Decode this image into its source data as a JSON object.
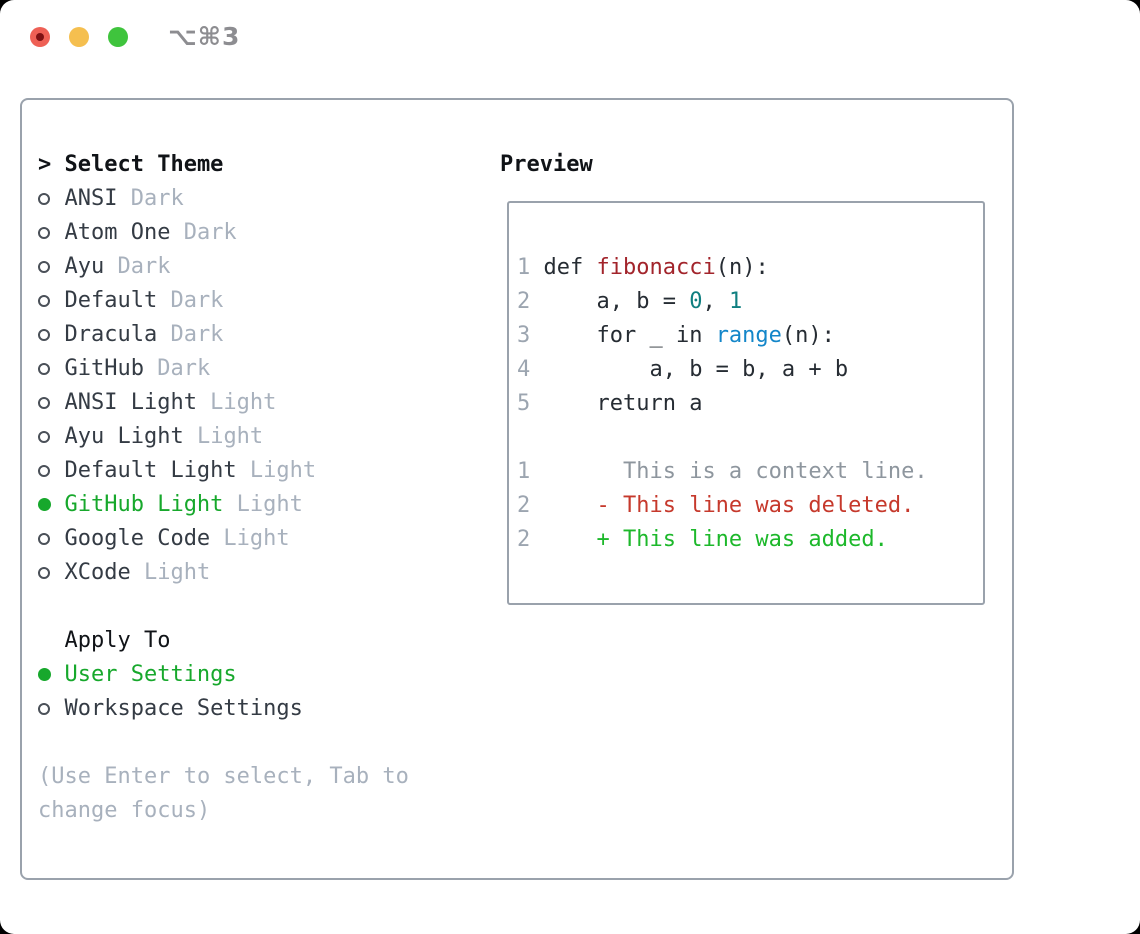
{
  "window": {
    "titlebar_shortcut": "⌥⌘3",
    "traffic_lights": [
      "close",
      "minimize",
      "zoom"
    ]
  },
  "colors": {
    "accent_green": "#17a82c",
    "added_green": "#1db82b",
    "deleted_red": "#c6392c",
    "func_red": "#a2242b",
    "number_teal": "#0f7f80",
    "builtin_blue": "#1386c9",
    "text_dark": "#262c33",
    "list_text": "#343b44",
    "muted": "#a8b1bd",
    "line_number": "#9ca5b0",
    "context_gray": "#8e969e",
    "border_gray": "#9aa2ac",
    "title_gray": "#8d8d91",
    "traffic_red": "#ee6055",
    "traffic_yellow": "#f5bf4f",
    "traffic_green": "#3fc43d"
  },
  "theme_picker": {
    "header": "> Select Theme",
    "items": [
      {
        "label": "ANSI",
        "tag": "Dark",
        "selected": false
      },
      {
        "label": "Atom One",
        "tag": "Dark",
        "selected": false
      },
      {
        "label": "Ayu",
        "tag": "Dark",
        "selected": false
      },
      {
        "label": "Default",
        "tag": "Dark",
        "selected": false
      },
      {
        "label": "Dracula",
        "tag": "Dark",
        "selected": false
      },
      {
        "label": "GitHub",
        "tag": "Dark",
        "selected": false
      },
      {
        "label": "ANSI Light",
        "tag": "Light",
        "selected": false
      },
      {
        "label": "Ayu Light",
        "tag": "Light",
        "selected": false
      },
      {
        "label": "Default Light",
        "tag": "Light",
        "selected": false
      },
      {
        "label": "GitHub Light",
        "tag": "Light",
        "selected": true
      },
      {
        "label": "Google Code",
        "tag": "Light",
        "selected": false
      },
      {
        "label": "XCode",
        "tag": "Light",
        "selected": false
      }
    ],
    "apply_to": {
      "header": "Apply To",
      "options": [
        {
          "label": "User Settings",
          "selected": true
        },
        {
          "label": "Workspace Settings",
          "selected": false
        }
      ]
    },
    "hint_line1": "(Use Enter to select, Tab to",
    "hint_line2": "change focus)"
  },
  "preview": {
    "header": "Preview",
    "code_lines": [
      {
        "num": "1",
        "segments": [
          {
            "t": "def ",
            "c": "code"
          },
          {
            "t": "fibonacci",
            "c": "func"
          },
          {
            "t": "(n):",
            "c": "code"
          }
        ]
      },
      {
        "num": "2",
        "segments": [
          {
            "t": "    a, b = ",
            "c": "code"
          },
          {
            "t": "0",
            "c": "num"
          },
          {
            "t": ", ",
            "c": "code"
          },
          {
            "t": "1",
            "c": "num"
          }
        ]
      },
      {
        "num": "3",
        "segments": [
          {
            "t": "    for _ in ",
            "c": "code"
          },
          {
            "t": "range",
            "c": "builtin"
          },
          {
            "t": "(n):",
            "c": "code"
          }
        ]
      },
      {
        "num": "4",
        "segments": [
          {
            "t": "        a, b = b, a + b",
            "c": "code"
          }
        ]
      },
      {
        "num": "5",
        "segments": [
          {
            "t": "    return a",
            "c": "code"
          }
        ]
      },
      {
        "num": "",
        "segments": []
      },
      {
        "num": "1",
        "segments": [
          {
            "t": "      This is a context line.",
            "c": "context"
          }
        ]
      },
      {
        "num": "2",
        "segments": [
          {
            "t": "    - This line was deleted.",
            "c": "deleted"
          }
        ]
      },
      {
        "num": "2",
        "segments": [
          {
            "t": "    + This line was added.",
            "c": "added"
          }
        ]
      }
    ]
  }
}
